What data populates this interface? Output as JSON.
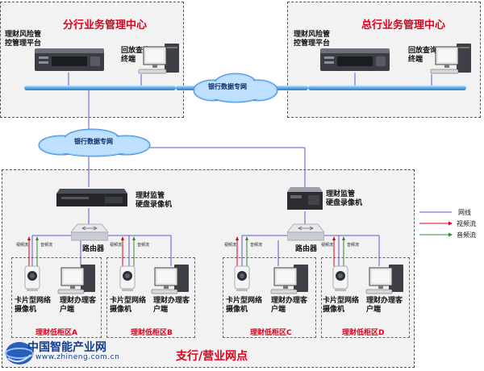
{
  "branch_center": {
    "title": "分行业务管理中心",
    "platform": "理财风险管\n控管理平台",
    "terminal": "回放查询\n终端"
  },
  "head_center": {
    "title": "总行业务管理中心",
    "platform": "理财风险管\n控管理平台",
    "terminal": "回放查询\n终端"
  },
  "network": {
    "top_cloud": "银行数据专网",
    "mid_cloud": "银行数据专网"
  },
  "outlet": {
    "title": "支行/营业网点",
    "nvr_left": "理财监管\n硬盘录像机",
    "nvr_right": "理财监管\n硬盘录像机",
    "router_left": "路由器",
    "router_right": "路由器",
    "flow_video": "视频流",
    "flow_audio": "音频流",
    "zones": [
      {
        "name": "理财低柜区A",
        "camera": "卡片型网络\n摄像机",
        "client": "理财办理客\n户端"
      },
      {
        "name": "理财低柜区B",
        "camera": "卡片型网络\n摄像机",
        "client": "理财办理客\n户端"
      },
      {
        "name": "理财低柜区C",
        "camera": "卡片型网络\n摄像机",
        "client": "理财办理客\n户端"
      },
      {
        "name": "理财低柜区D",
        "camera": "卡片型网络\n摄像机",
        "client": "理财办理客\n户端"
      }
    ]
  },
  "legend": [
    {
      "label": "网线",
      "color": "#5a55d6"
    },
    {
      "label": "视频流",
      "color": "#e0001a"
    },
    {
      "label": "音频流",
      "color": "#2e8b2e"
    }
  ],
  "logo": {
    "name": "中国智能产业网",
    "url": "www.zhineng.com.cn"
  }
}
